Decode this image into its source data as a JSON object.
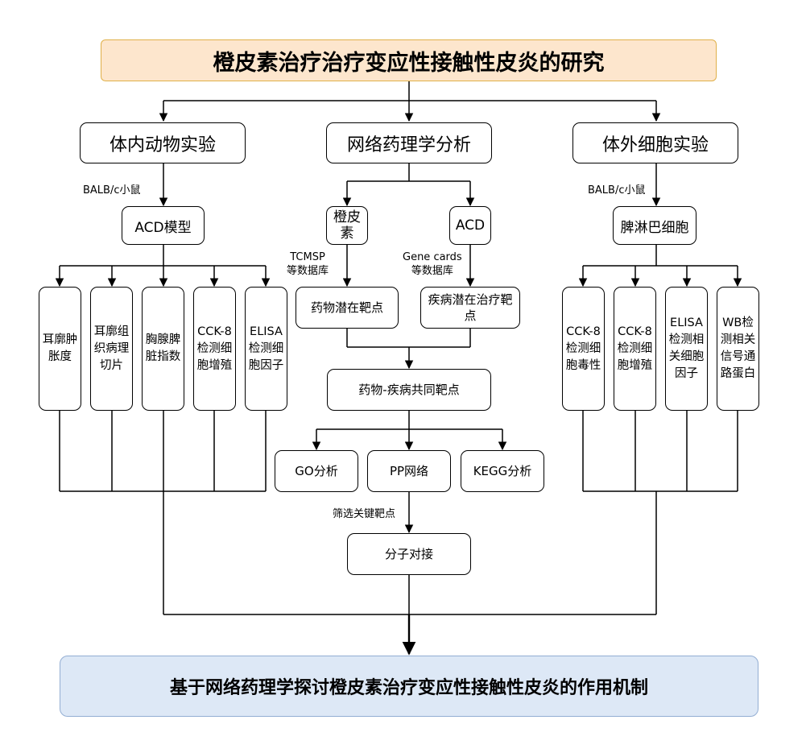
{
  "title": "橙皮素治疗治疗变应性接触性皮炎的研究",
  "conclusion": "基于网络药理学探讨橙皮素治疗变应性接触性皮炎的作用机制",
  "left": {
    "header": "体内动物实验",
    "edge_label": "BALB/c小鼠",
    "model": "ACD模型",
    "items": [
      "耳廓肿胀度",
      "耳廓组织病理切片",
      "胸腺脾脏指数",
      "CCK-8检测细胞增殖",
      "ELISA检测细胞因子"
    ]
  },
  "center": {
    "header": "网络药理学分析",
    "drug": "橙皮素",
    "disease": "ACD",
    "drug_db": "TCMSP\n等数据库",
    "disease_db": "Gene cards\n等数据库",
    "drug_targets": "药物潜在靶点",
    "disease_targets": "疾病潜在治疗靶点",
    "common_targets": "药物-疾病共同靶点",
    "analyses": [
      "GO分析",
      "PP网络",
      "KEGG分析"
    ],
    "filter_label": "筛选关键靶点",
    "docking": "分子对接"
  },
  "right": {
    "header": "体外细胞实验",
    "edge_label": "BALB/c小鼠",
    "cell": "脾淋巴细胞",
    "items": [
      "CCK-8检测细胞毒性",
      "CCK-8检测细胞增殖",
      "ELISA检测相关细胞因子",
      "WB检测相关信号通路蛋白"
    ]
  }
}
